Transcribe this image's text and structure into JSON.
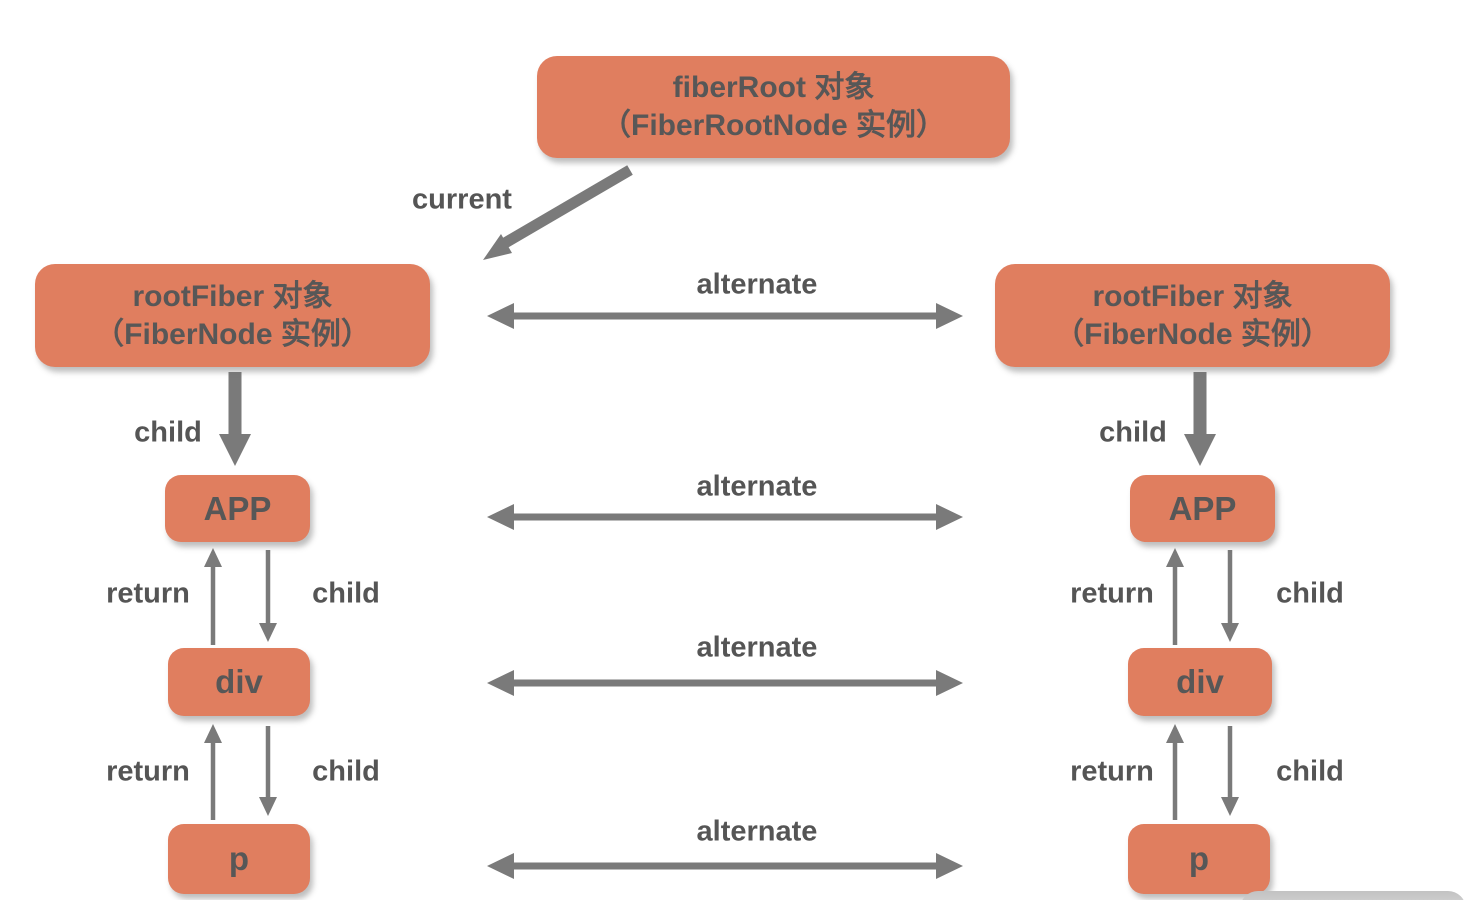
{
  "diagram": {
    "fiber_root_node": {
      "line1": "fiberRoot 对象",
      "line2": "（FiberRootNode 实例）"
    },
    "root_fiber_node": {
      "line1": "rootFiber 对象",
      "line2": "（FiberNode 实例）"
    },
    "tree_nodes": {
      "app": "APP",
      "div": "div",
      "p": "p"
    },
    "edge_labels": {
      "current": "current",
      "alternate": "alternate",
      "child": "child",
      "return": "return"
    },
    "colors": {
      "node_fill": "#e07e5f",
      "node_text": "#575757",
      "label_text": "#555555",
      "arrow": "#7a7a7a",
      "background": "#ffffff",
      "partial_box": "#cccccc"
    }
  }
}
